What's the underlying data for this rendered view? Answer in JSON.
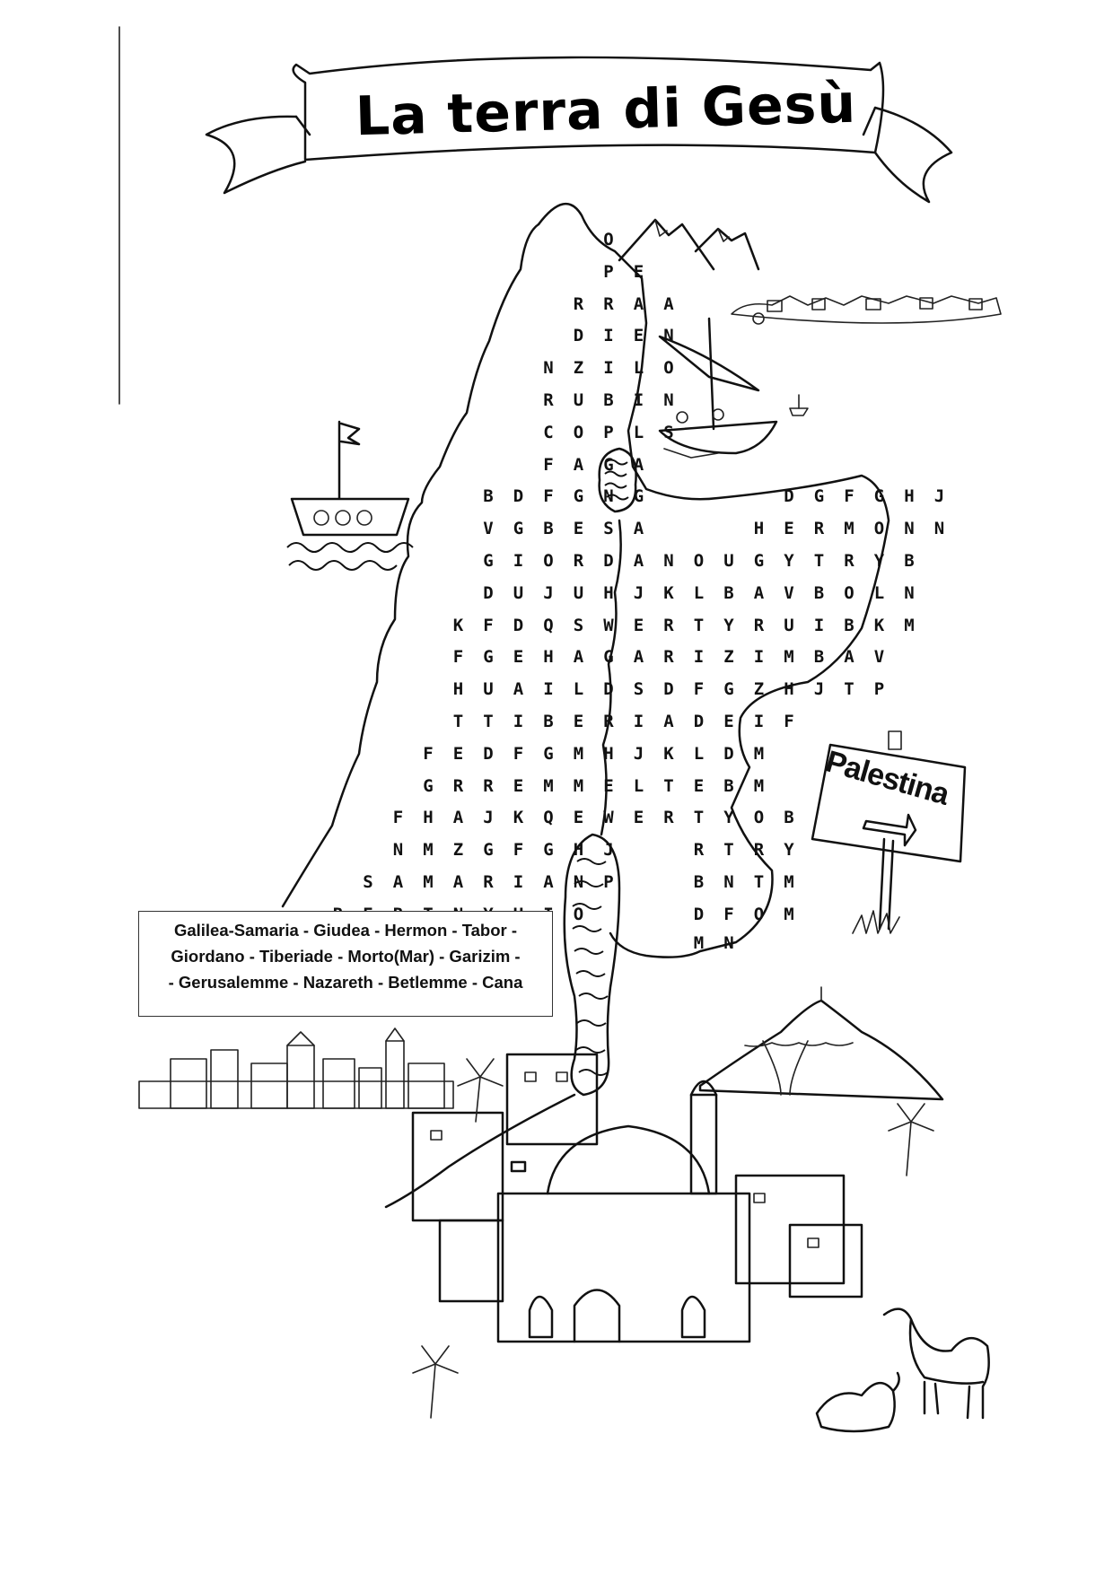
{
  "title": "La terra di Gesù",
  "grid": {
    "rows": [
      {
        "start": 6,
        "cells": "O"
      },
      {
        "start": 6,
        "cells": "PE"
      },
      {
        "start": 5,
        "cells": "RRAA"
      },
      {
        "start": 5,
        "cells": "DIEN"
      },
      {
        "start": 4,
        "cells": "NZILO"
      },
      {
        "start": 4,
        "cells": "RUBIN"
      },
      {
        "start": 4,
        "cells": "COPLS"
      },
      {
        "start": 4,
        "cells": "FAGA"
      },
      {
        "start": 2,
        "cells": "BDFGNG    DGFGHJ"
      },
      {
        "start": 2,
        "cells": "VGBESA   HERMONN"
      },
      {
        "start": 2,
        "cells": "GIORDANOUGYTRYB"
      },
      {
        "start": 2,
        "cells": "DUJUHJKLBAVBOLN"
      },
      {
        "start": 1,
        "cells": "KFDQSWERTYRUIBKM"
      },
      {
        "start": 1,
        "cells": "FGEHAGARIZIMBAV"
      },
      {
        "start": 1,
        "cells": "HUAILDSDFGZHJTP"
      },
      {
        "start": 1,
        "cells": "TTIBERIADEIF"
      },
      {
        "start": 0,
        "cells": "FEDFGMHJKLDM"
      },
      {
        "start": 0,
        "cells": "GRREMMELTEBM"
      },
      {
        "start": -1,
        "cells": "FHAJKQEWERTYOB"
      },
      {
        "start": -1,
        "cells": "NMZGFGHJ  RTRY"
      },
      {
        "start": -2,
        "cells": "SAMARIANP  BNTM"
      },
      {
        "start": -3,
        "cells": "RERTNYUIO   DFOM"
      },
      {
        "start": 9,
        "cells": "MN"
      }
    ]
  },
  "word_list": [
    "Galilea-Samaria - Giudea - Hermon - Tabor -",
    "Giordano - Tiberiade - Morto(Mar) - Garizim -",
    "- Gerusalemme - Nazareth - Betlemme - Cana"
  ],
  "sign": "Palestina"
}
